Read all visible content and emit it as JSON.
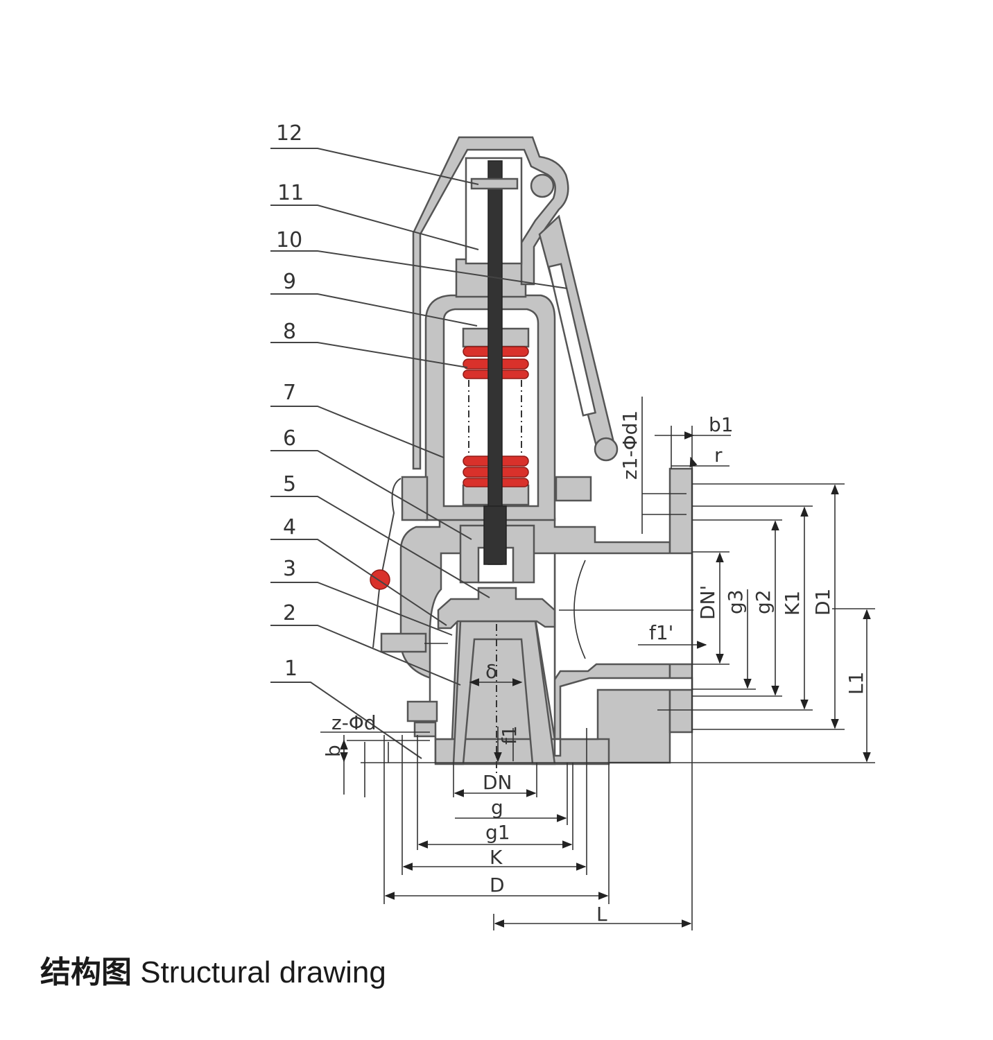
{
  "caption": {
    "chinese": "结构图",
    "english": "Structural drawing"
  },
  "part_numbers": [
    "1",
    "2",
    "3",
    "4",
    "5",
    "6",
    "7",
    "8",
    "9",
    "10",
    "11",
    "12"
  ],
  "dimensions": {
    "z_phi_d": "z-Φd",
    "b": "b",
    "f1_bottom": "f1",
    "dn_outlet": "DN'",
    "g3": "g3",
    "g2": "g2",
    "k1": "K1",
    "d1": "D1",
    "f1_side": "f1'",
    "l1": "L1",
    "z1_phi_d1": "z1-Φd1",
    "b1": "b1",
    "r": "r",
    "delta": "δ",
    "dn": "DN",
    "g": "g",
    "g1": "g1",
    "k": "K",
    "d": "D",
    "l": "L"
  },
  "colors": {
    "spring": "#d9312b",
    "body": "#c4c4c4",
    "stem": "#333333"
  }
}
